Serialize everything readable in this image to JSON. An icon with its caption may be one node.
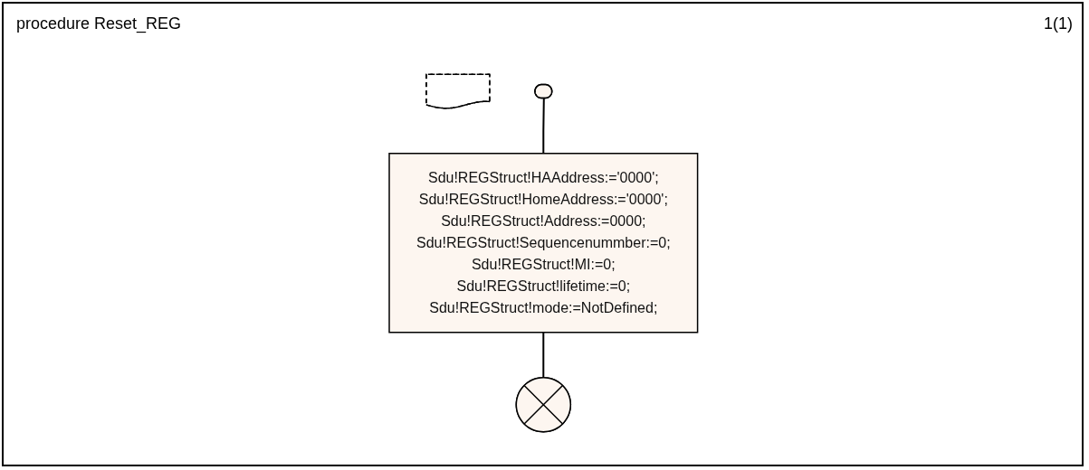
{
  "diagram": {
    "title": "procedure Reset_REG",
    "nodes": [
      {
        "text": [],
        "shape": "note"
      },
      {
        "text": [],
        "shape": "stadium"
      },
      {
        "text": [
          "Sdu!REGStruct!HAAddress:='0000';",
          "Sdu!REGStruct!HomeAddress:='0000';",
          "Sdu!REGStruct!Address:=0000;",
          "Sdu!REGStruct!Sequencenummber:=0;",
          "Sdu!REGStruct!MI:=0;",
          "Sdu!REGStruct!lifetime:=0;",
          "Sdu!REGStruct!mode:=NotDefined;"
        ]
      },
      {
        "text": [],
        "shape": "circle"
      }
    ],
    "edges": [
      {
        "from": 1,
        "to": 2,
        "arrow": "none"
      },
      {
        "from": 2,
        "to": 3,
        "arrow": "none"
      }
    ],
    "labels": [
      "1(1)"
    ]
  }
}
